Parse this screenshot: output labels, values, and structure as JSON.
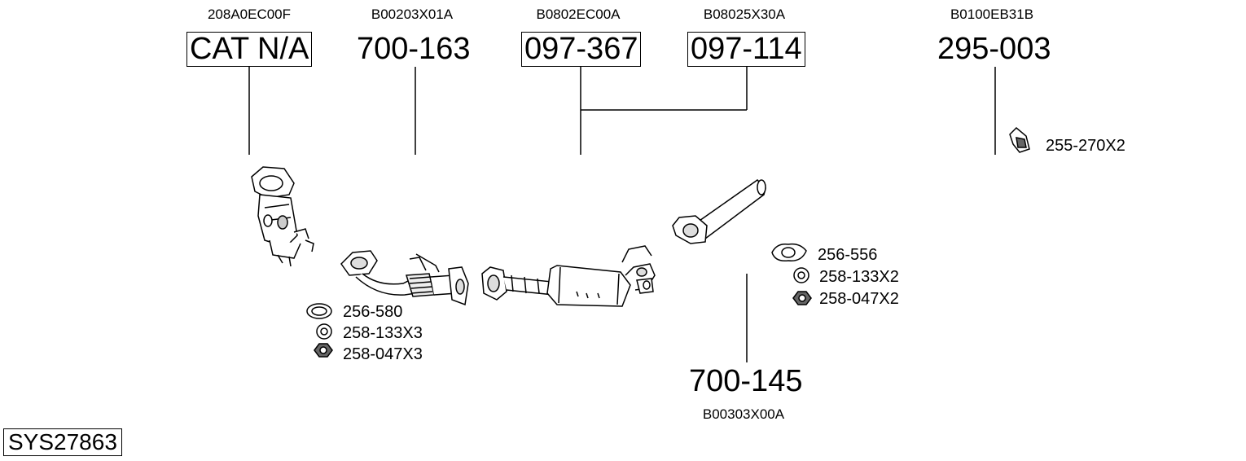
{
  "diagram": {
    "system_code": "SYS27863",
    "parts": [
      {
        "oem": "208A0EC00F",
        "part": "CAT N/A",
        "boxed": true
      },
      {
        "oem": "B00203X01A",
        "part": "700-163",
        "boxed": false
      },
      {
        "oem": "B0802EC00A",
        "part": "097-367",
        "boxed": true
      },
      {
        "oem": "B08025X30A",
        "part": "097-114",
        "boxed": true
      },
      {
        "oem": "B0100EB31B",
        "part": "295-003",
        "boxed": false
      },
      {
        "oem": "B00303X00A",
        "part": "700-145",
        "boxed": false
      }
    ],
    "accessories_front": [
      "256-580",
      "258-133X3",
      "258-047X3"
    ],
    "accessories_mid": [
      "256-556",
      "258-133X2",
      "258-047X2"
    ],
    "accessory_mount": "255-270X2"
  }
}
